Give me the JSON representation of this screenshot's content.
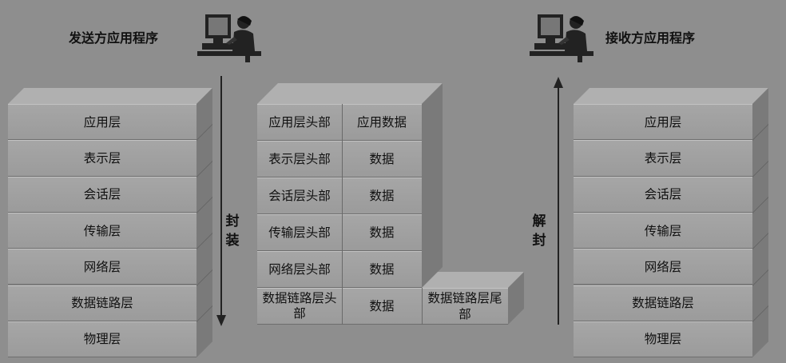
{
  "sender": {
    "title": "发送方应用程序",
    "layers": [
      "应用层",
      "表示层",
      "会话层",
      "传输层",
      "网络层",
      "数据链路层",
      "物理层"
    ]
  },
  "encapsulation": {
    "label": "封装",
    "rows": [
      {
        "header": "应用层头部",
        "data": "应用数据"
      },
      {
        "header": "表示层头部",
        "data": "数据"
      },
      {
        "header": "会话层头部",
        "data": "数据"
      },
      {
        "header": "传输层头部",
        "data": "数据"
      },
      {
        "header": "网络层头部",
        "data": "数据"
      },
      {
        "header": "数据链路层头部",
        "data": "数据",
        "trailer": "数据链路层尾部"
      }
    ]
  },
  "receiver": {
    "title": "接收方应用程序",
    "label": "解封",
    "layers": [
      "应用层",
      "表示层",
      "会话层",
      "传输层",
      "网络层",
      "数据链路层",
      "物理层"
    ]
  },
  "icons": {
    "computer_user": "computer-user-icon"
  }
}
